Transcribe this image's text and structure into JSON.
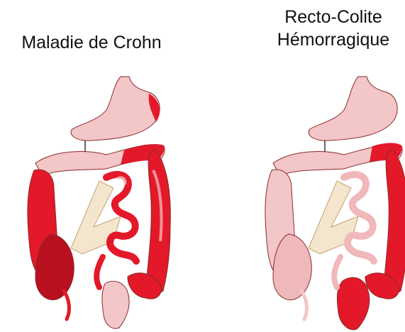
{
  "panels": [
    {
      "title_lines": [
        "Maladie de Crohn"
      ],
      "illustration": "digestive-tract-crohn-diagram"
    },
    {
      "title_lines": [
        "Recto-Colite",
        "Hémorragique"
      ],
      "illustration": "digestive-tract-rch-diagram"
    }
  ],
  "colors": {
    "healthy": "#f3c6c8",
    "inflamed": "#e3192a",
    "inflamed_dark": "#b8101f",
    "mesentery": "#f3e6cc",
    "outline": "#8a2a2a"
  }
}
